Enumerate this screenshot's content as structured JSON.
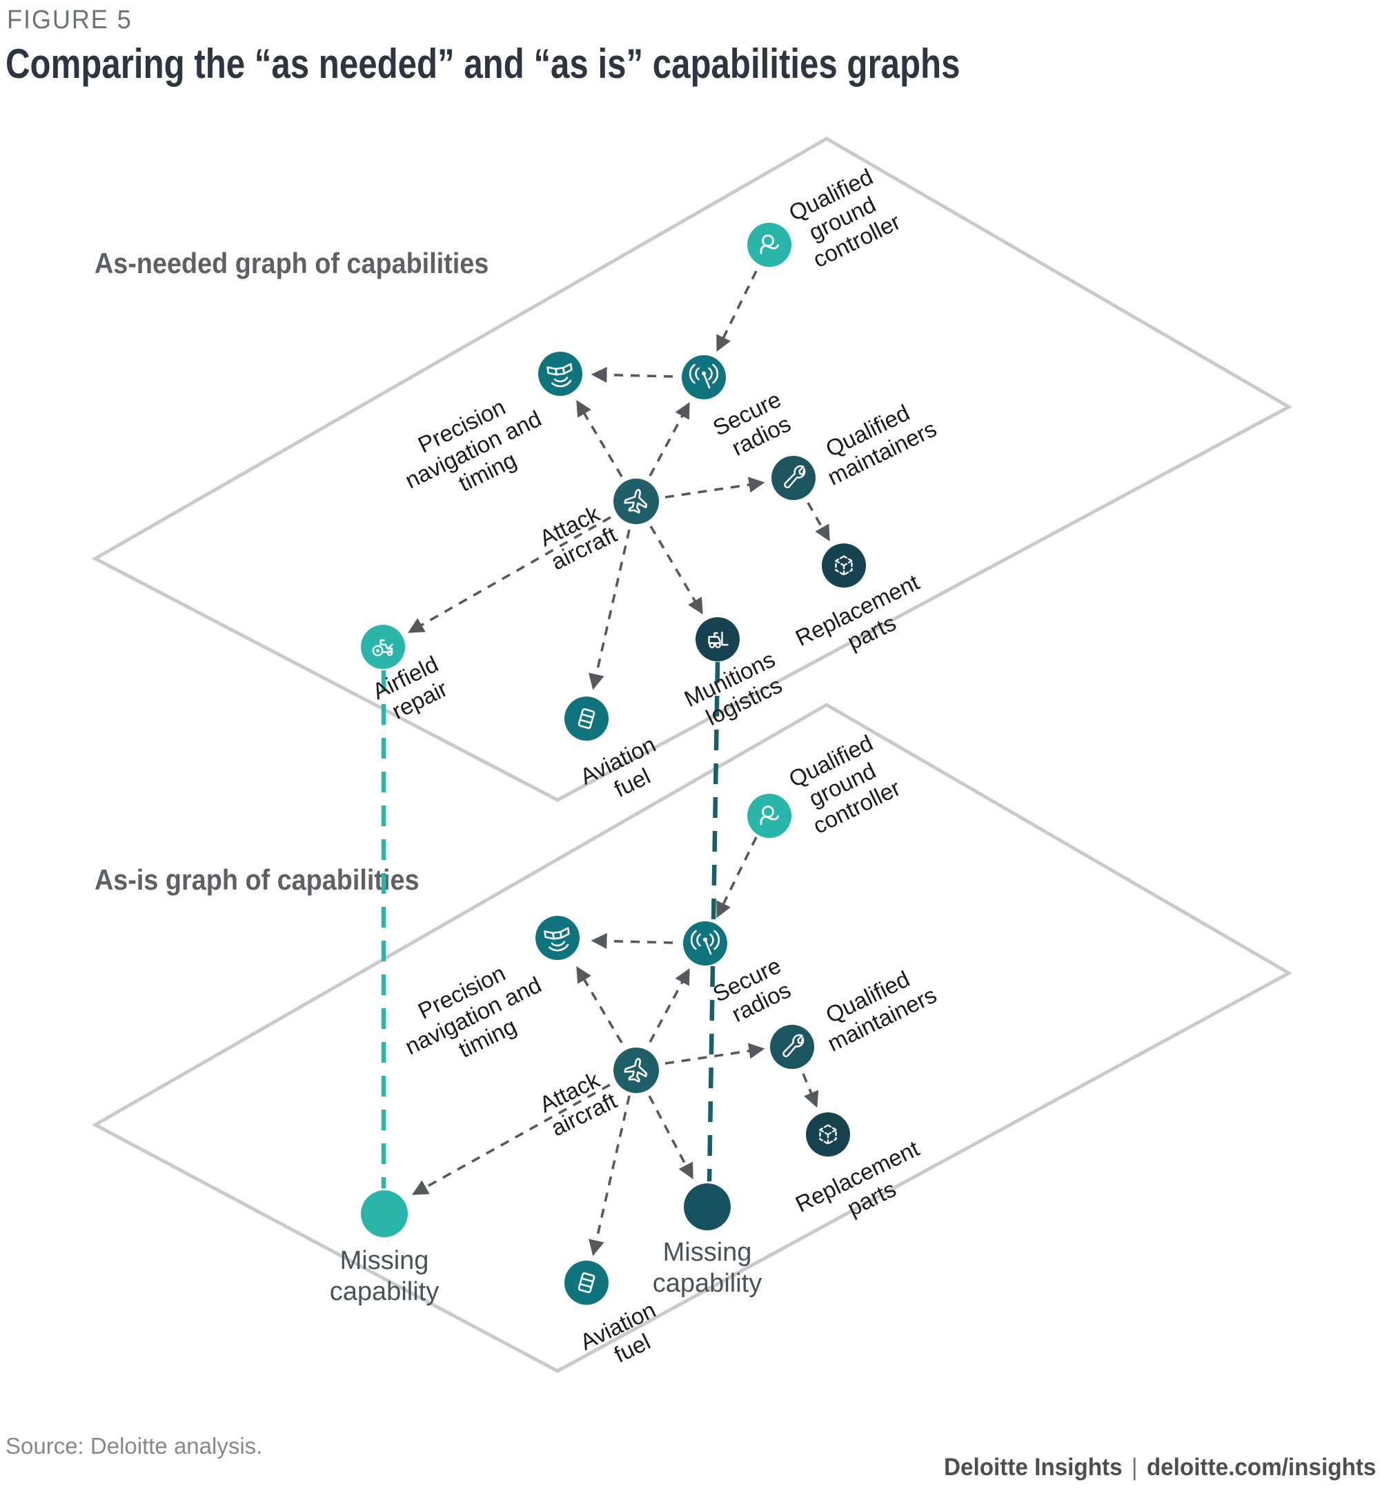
{
  "figure": {
    "eyebrow": "FIGURE 5",
    "title": "Comparing the “as needed” and “as is” capabilities graphs"
  },
  "source": "Source: Deloitte analysis.",
  "footer": {
    "brand": "Deloitte Insights",
    "separator": "|",
    "site": "deloitte.com/insights"
  },
  "colors": {
    "bright_teal": "#2ab5ab",
    "mid_teal": "#0f747d",
    "aircraft_teal": "#215f68",
    "maintainer_teal": "#1d5660",
    "dark_navy_teal": "#17424f",
    "missing_dark": "#165260",
    "arrow_gray": "#55585c",
    "plane_outline_gray": "#c8cacc",
    "teal_dashed_link": "#2ab5ab",
    "dark_dashed_link": "#175f6b"
  },
  "graphs": [
    {
      "id": "as-needed",
      "label": "As-needed graph of capabilities",
      "nodes": [
        {
          "id": "qualified-ground-controller",
          "icon": "person-icon",
          "label_lines": [
            "Qualified",
            "ground",
            "controller"
          ]
        },
        {
          "id": "secure-radios",
          "icon": "radio-waves-icon",
          "label_lines": [
            "Secure",
            "radios"
          ]
        },
        {
          "id": "precision-navigation-and-timing",
          "icon": "satellite-icon",
          "label_lines": [
            "Precision",
            "navigation and",
            "timing"
          ]
        },
        {
          "id": "attack-aircraft",
          "icon": "plane-icon",
          "label_lines": [
            "Attack",
            "aircraft"
          ]
        },
        {
          "id": "qualified-maintainers",
          "icon": "wrench-icon",
          "label_lines": [
            "Qualified",
            "maintainers"
          ]
        },
        {
          "id": "replacement-parts",
          "icon": "cube-icon",
          "label_lines": [
            "Replacement",
            "parts"
          ]
        },
        {
          "id": "munitions-logistics",
          "icon": "forklift-icon",
          "label_lines": [
            "Munitions",
            "logistics"
          ]
        },
        {
          "id": "aviation-fuel",
          "icon": "fuel-drum-icon",
          "label_lines": [
            "Aviation",
            "fuel"
          ]
        },
        {
          "id": "airfield-repair",
          "icon": "roller-icon",
          "label_lines": [
            "Airfield",
            "repair"
          ]
        }
      ],
      "edges": [
        {
          "from": "qualified-ground-controller",
          "to": "secure-radios"
        },
        {
          "from": "secure-radios",
          "to": "precision-navigation-and-timing"
        },
        {
          "from": "attack-aircraft",
          "to": "precision-navigation-and-timing"
        },
        {
          "from": "attack-aircraft",
          "to": "secure-radios"
        },
        {
          "from": "attack-aircraft",
          "to": "qualified-maintainers"
        },
        {
          "from": "qualified-maintainers",
          "to": "replacement-parts"
        },
        {
          "from": "attack-aircraft",
          "to": "munitions-logistics"
        },
        {
          "from": "attack-aircraft",
          "to": "aviation-fuel"
        },
        {
          "from": "attack-aircraft",
          "to": "airfield-repair"
        }
      ]
    },
    {
      "id": "as-is",
      "label": "As-is graph of capabilities",
      "nodes": [
        {
          "id": "qualified-ground-controller",
          "icon": "person-icon",
          "label_lines": [
            "Qualified",
            "ground",
            "controller"
          ]
        },
        {
          "id": "secure-radios",
          "icon": "radio-waves-icon",
          "label_lines": [
            "Secure",
            "radios"
          ]
        },
        {
          "id": "precision-navigation-and-timing",
          "icon": "satellite-icon",
          "label_lines": [
            "Precision",
            "navigation and",
            "timing"
          ]
        },
        {
          "id": "attack-aircraft",
          "icon": "plane-icon",
          "label_lines": [
            "Attack",
            "aircraft"
          ]
        },
        {
          "id": "qualified-maintainers",
          "icon": "wrench-icon",
          "label_lines": [
            "Qualified",
            "maintainers"
          ]
        },
        {
          "id": "replacement-parts",
          "icon": "cube-icon",
          "label_lines": [
            "Replacement",
            "parts"
          ]
        },
        {
          "id": "missing-capability-dark",
          "icon": "none",
          "label_lines": [
            "Missing",
            "capability"
          ]
        },
        {
          "id": "aviation-fuel",
          "icon": "fuel-drum-icon",
          "label_lines": [
            "Aviation",
            "fuel"
          ]
        },
        {
          "id": "missing-capability-teal",
          "icon": "none",
          "label_lines": [
            "Missing",
            "capability"
          ]
        }
      ],
      "edges": [
        {
          "from": "qualified-ground-controller",
          "to": "secure-radios"
        },
        {
          "from": "secure-radios",
          "to": "precision-navigation-and-timing"
        },
        {
          "from": "attack-aircraft",
          "to": "precision-navigation-and-timing"
        },
        {
          "from": "attack-aircraft",
          "to": "secure-radios"
        },
        {
          "from": "attack-aircraft",
          "to": "qualified-maintainers"
        },
        {
          "from": "qualified-maintainers",
          "to": "replacement-parts"
        },
        {
          "from": "attack-aircraft",
          "to": "missing-capability-dark"
        },
        {
          "from": "attack-aircraft",
          "to": "aviation-fuel"
        },
        {
          "from": "attack-aircraft",
          "to": "missing-capability-teal"
        }
      ]
    }
  ],
  "cross_links": [
    {
      "from": "airfield-repair",
      "to": "missing-capability-teal",
      "style": "teal-dashed"
    },
    {
      "from": "munitions-logistics",
      "to": "missing-capability-dark",
      "style": "dark-dashed"
    }
  ]
}
